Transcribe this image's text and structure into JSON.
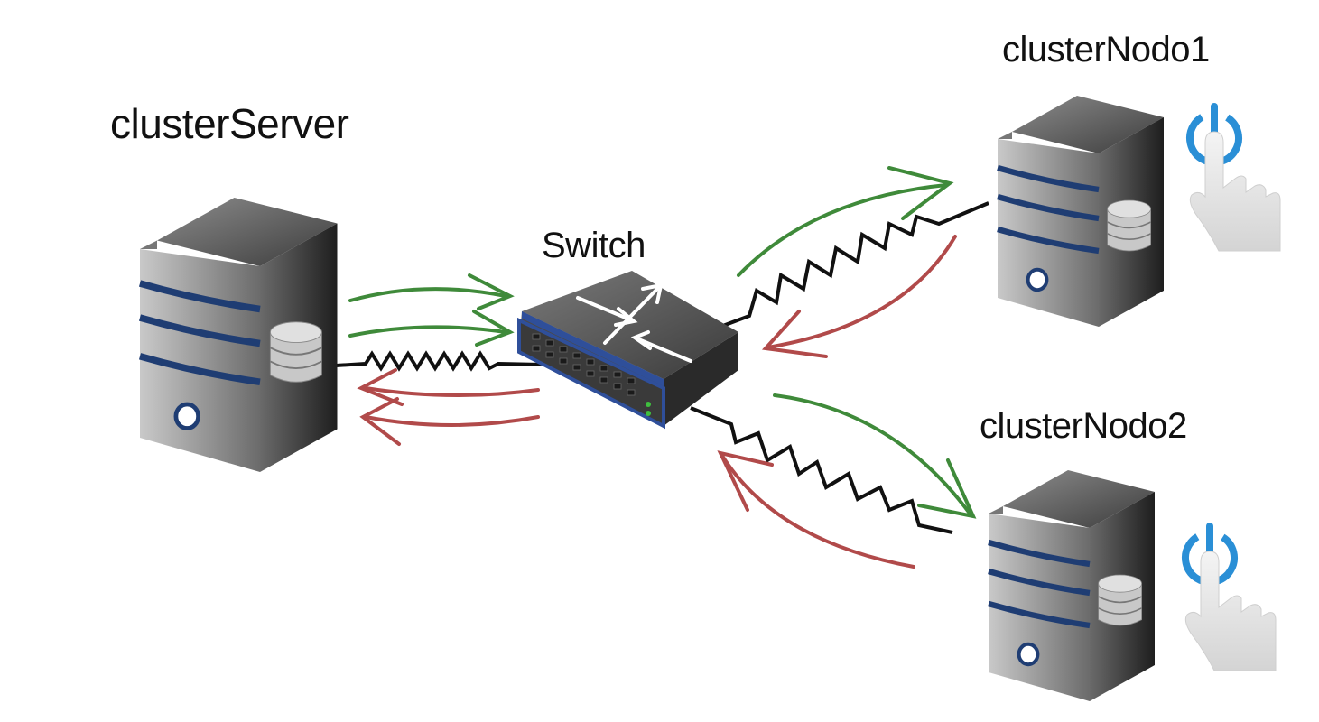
{
  "diagram": {
    "nodes": {
      "server": {
        "label": "clusterServer",
        "icon": "server-tower-icon"
      },
      "switch": {
        "label": "Switch",
        "icon": "network-switch-icon"
      },
      "node1": {
        "label": "clusterNodo1",
        "icon": "server-tower-icon",
        "action_icon": "power-button-icon"
      },
      "node2": {
        "label": "clusterNodo2",
        "icon": "server-tower-icon",
        "action_icon": "power-button-icon"
      }
    },
    "links": [
      {
        "from": "clusterServer",
        "to": "Switch",
        "style": "zigzag-cable"
      },
      {
        "from": "Switch",
        "to": "clusterNodo1",
        "style": "zigzag-cable"
      },
      {
        "from": "Switch",
        "to": "clusterNodo2",
        "style": "zigzag-cable"
      }
    ],
    "flows": [
      {
        "direction": "outbound",
        "color": "#3f8a3a"
      },
      {
        "direction": "inbound",
        "color": "#b14a4a"
      }
    ],
    "colors": {
      "outbound_arrow": "#3f8a3a",
      "inbound_arrow": "#b14a4a",
      "server_stripe": "#1f3d73",
      "switch_edge": "#2f4f9a",
      "power_icon": "#2a8fd6"
    }
  }
}
